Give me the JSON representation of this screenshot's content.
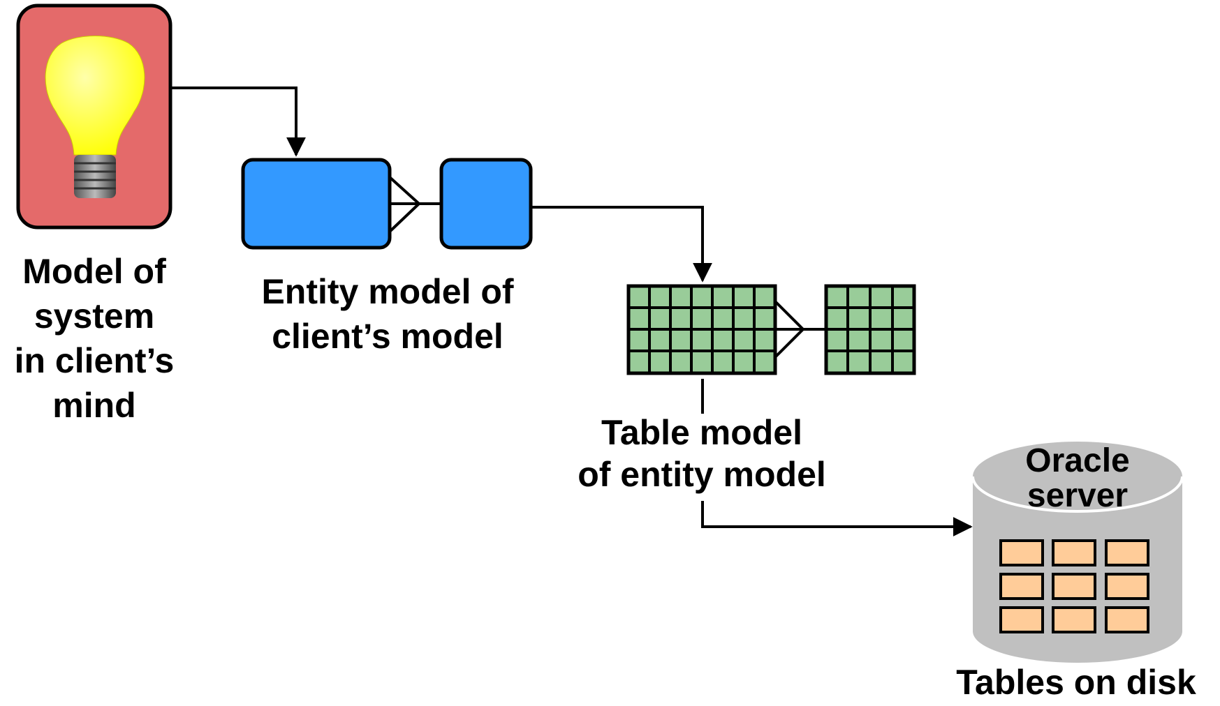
{
  "labels": {
    "client_mind": [
      "Model of",
      "system",
      "in client’s",
      "mind"
    ],
    "entity_model": [
      "Entity model of",
      "client’s model"
    ],
    "table_model": [
      "Table model",
      "of entity model"
    ],
    "oracle": [
      "Oracle",
      "server"
    ],
    "disk": "Tables on disk"
  },
  "colors": {
    "mind_box": "#e46a6a",
    "bulb": "#ffff00",
    "entity": "#3399ff",
    "table_cell": "#99cc99",
    "cylinder": "#c0c0c0",
    "disk_table": "#ffcc99",
    "line": "#000000"
  }
}
